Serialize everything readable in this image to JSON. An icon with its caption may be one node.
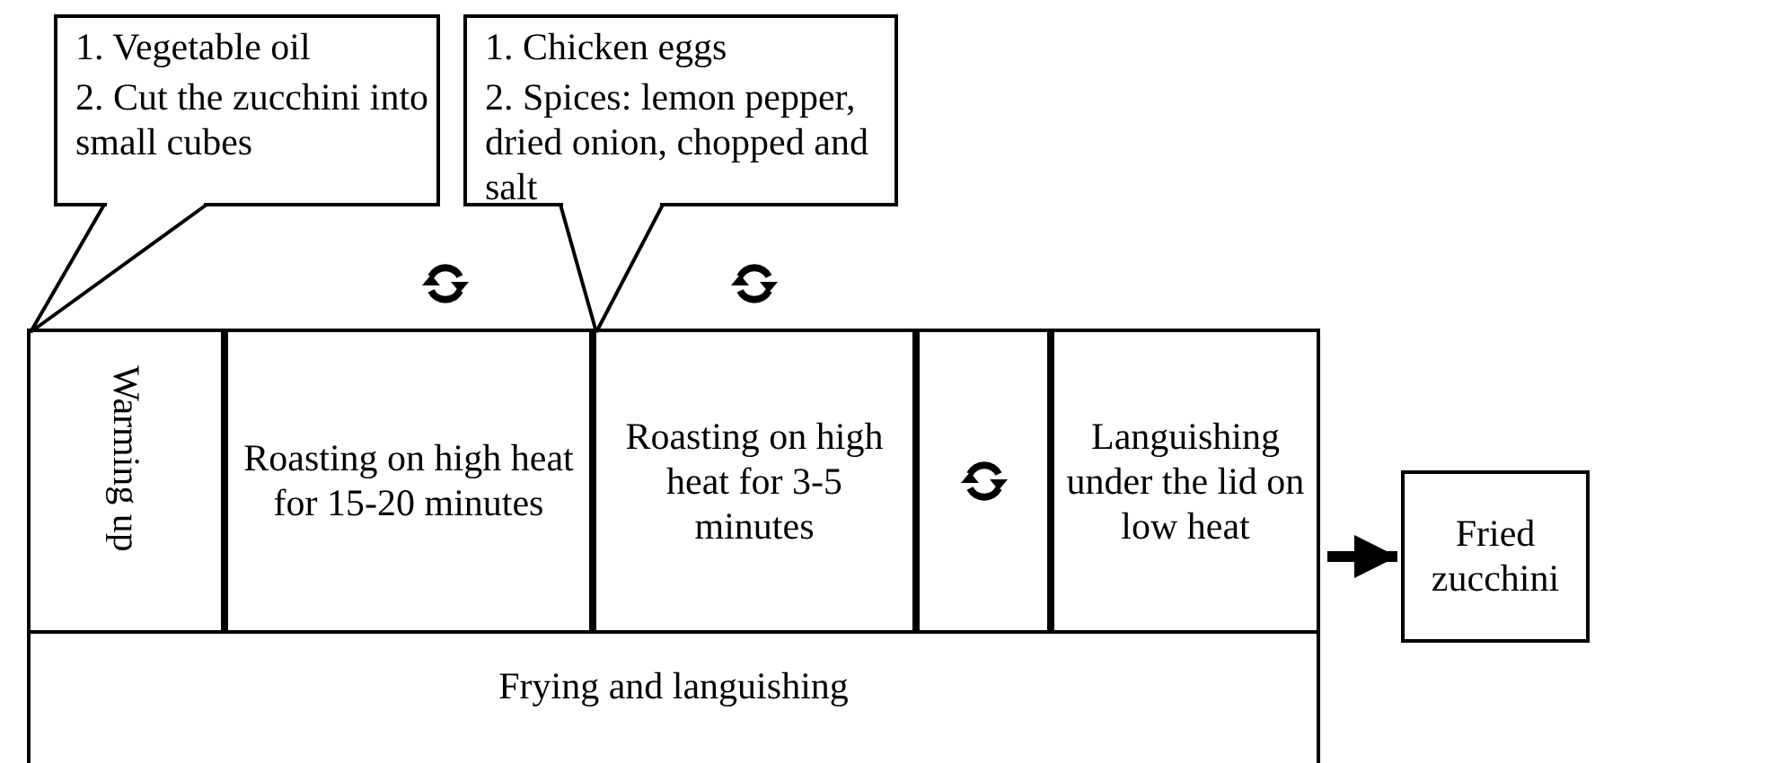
{
  "diagram": {
    "nodes": [
      {
        "text": [
          "Frying and languishing"
        ]
      },
      {
        "text": [
          "Warming up"
        ],
        "in": 0
      },
      {
        "text": [
          "Roasting on high heat for 15-20 minutes"
        ],
        "in": 0
      },
      {
        "text": [
          "Roasting on high heat for 3-5 minutes"
        ],
        "in": 0
      },
      {
        "text": [],
        "shape": "box",
        "in": 0
      },
      {
        "text": [
          "Languishing under the lid on low heat"
        ],
        "in": 0
      },
      {
        "text": [
          "Fried zucchini"
        ]
      },
      {
        "text": [
          "1. Vegetable oil",
          "2. Cut the zucchini into small cubes"
        ]
      },
      {
        "text": [
          "1. Chicken eggs",
          "2. Spices: lemon pepper, dried onion, chopped and salt"
        ]
      }
    ],
    "edges": [
      {
        "from": 0,
        "to": 6,
        "arrow": "to",
        "style": "thick"
      },
      {
        "from": 7,
        "to": 1,
        "arrow": "none"
      },
      {
        "from": 8,
        "to": 3,
        "arrow": "none"
      }
    ]
  }
}
